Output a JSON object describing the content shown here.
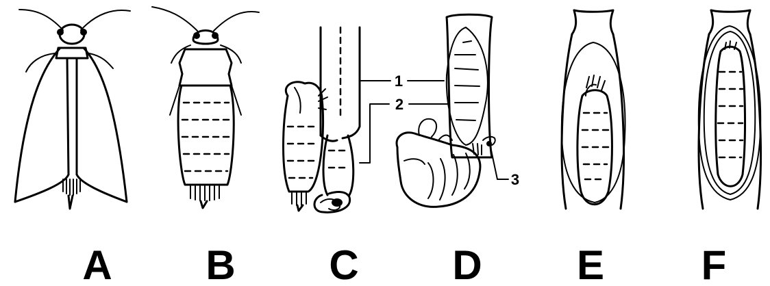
{
  "panels": [
    {
      "letter": "A"
    },
    {
      "letter": "B"
    },
    {
      "letter": "C"
    },
    {
      "letter": "D"
    },
    {
      "letter": "E"
    },
    {
      "letter": "F"
    }
  ],
  "callouts": [
    "1",
    "2",
    "3"
  ]
}
